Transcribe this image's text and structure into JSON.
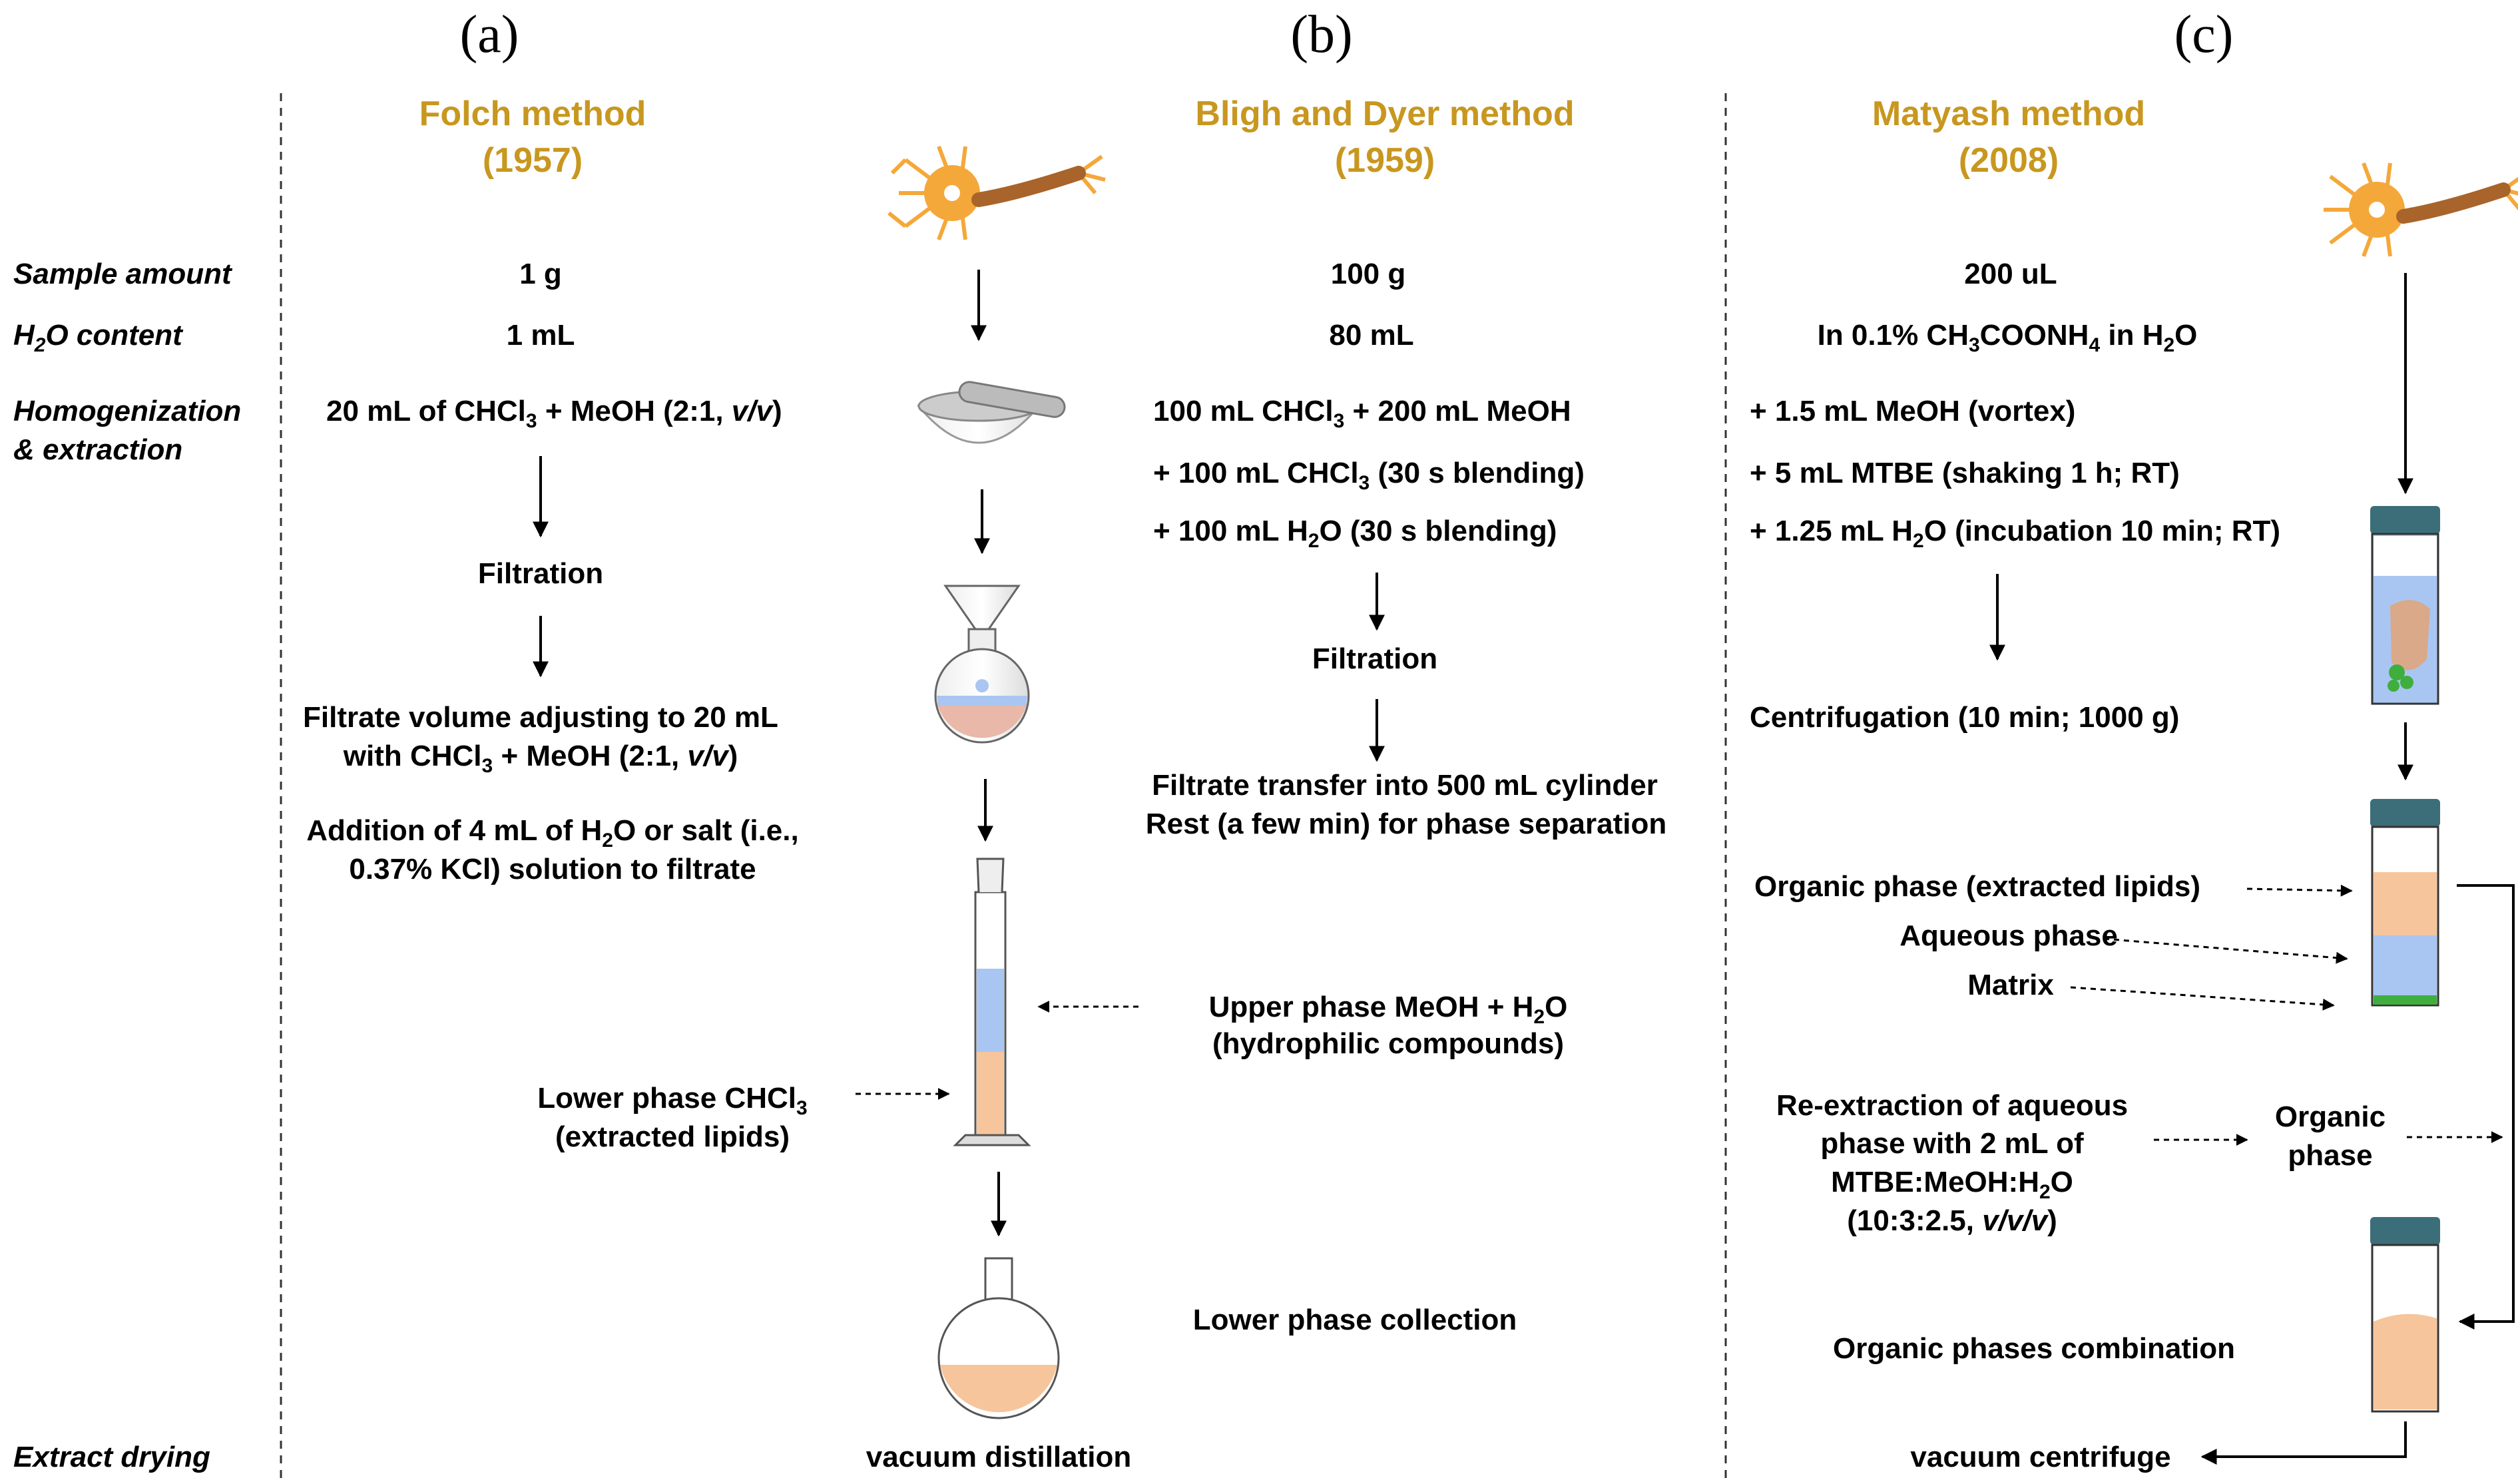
{
  "panels": [
    "(a)",
    "(b)",
    "(c)"
  ],
  "methods": {
    "folch": {
      "name": "Folch method",
      "year": "(1957)"
    },
    "bligh": {
      "name": "Bligh and Dyer method",
      "year": "(1959)"
    },
    "matyash": {
      "name": "Matyash method",
      "year": "(2008)"
    }
  },
  "rows": {
    "sample": "Sample amount",
    "water_h": "H",
    "water_2": "2",
    "water_rest": "O content",
    "homog_1": "Homogenization",
    "homog_2": "& extraction",
    "drying": "Extract drying"
  },
  "folch": {
    "sample": "1 g",
    "water": "1 mL",
    "extract_a": "20 mL of CHCl",
    "extract_3": "3",
    "extract_b": " + MeOH (2:1, ",
    "extract_v": "v/v",
    "extract_c": ")",
    "filtration": "Filtration",
    "adjust_1": "Filtrate volume adjusting to 20 mL",
    "adjust_2a": "with CHCl",
    "adjust_2_3": "3",
    "adjust_2b": " + MeOH (2:1, ",
    "adjust_2v": "v/v",
    "adjust_2c": ")",
    "addition_1a": "Addition of 4 mL of H",
    "addition_1_2": "2",
    "addition_1b": "O or salt (i.e.,",
    "addition_2": "0.37% KCl) solution to filtrate",
    "lower_1a": "Lower phase CHCl",
    "lower_1_3": "3",
    "lower_2": "(extracted lipids)",
    "drying": "vacuum distillation"
  },
  "bligh": {
    "sample": "100 g",
    "water": "80 mL",
    "step1a": "100 mL CHCl",
    "step1_3": "3",
    "step1b": " + 200 mL MeOH",
    "step2a": "+ 100 mL CHCl",
    "step2_3": "3",
    "step2b": " (30 s blending)",
    "step3a": "+ 100 mL H",
    "step3_2": "2",
    "step3b": "O (30 s blending)",
    "filtration": "Filtration",
    "transfer_1": "Filtrate transfer into 500 mL cylinder",
    "transfer_2": "Rest (a few min) for phase separation",
    "upper_1a": "Upper phase MeOH + H",
    "upper_1_2": "2",
    "upper_1b": "O",
    "upper_2": "(hydrophilic compounds)",
    "collection": "Lower phase collection"
  },
  "matyash": {
    "sample": "200 uL",
    "water_a": "In 0.1% CH",
    "water_3": "3",
    "water_b": "COONH",
    "water_4": "4",
    "water_c": " in H",
    "water_2": "2",
    "water_d": "O",
    "step1": "+ 1.5 mL MeOH (vortex)",
    "step2": "+ 5 mL MTBE (shaking 1 h; RT)",
    "step3a": "+ 1.25 mL H",
    "step3_2": "2",
    "step3b": "O (incubation 10 min; RT)",
    "centrifugation": "Centrifugation (10 min; 1000 g)",
    "organic": "Organic phase (extracted lipids)",
    "aqueous": "Aqueous phase",
    "matrix": "Matrix",
    "reext_1": "Re-extraction of aqueous",
    "reext_2": "phase with 2 mL of",
    "reext_3a": "MTBE:MeOH:H",
    "reext_3_2": "2",
    "reext_3b": "O",
    "reext_4a": "(10:3:2.5, ",
    "reext_4v": "v/v/v",
    "reext_4b": ")",
    "organic_phase_1": "Organic",
    "organic_phase_2": "phase",
    "combination": "Organic phases combination",
    "drying": "vacuum centrifuge"
  },
  "colors": {
    "title": "#C8971F",
    "organic": "#F7C59B",
    "aqueous": "#A9C6F2",
    "matrix": "#3FAE3F",
    "cap": "#3B6E78",
    "neuron": "#F4A83A",
    "axon": "#A8642A"
  }
}
